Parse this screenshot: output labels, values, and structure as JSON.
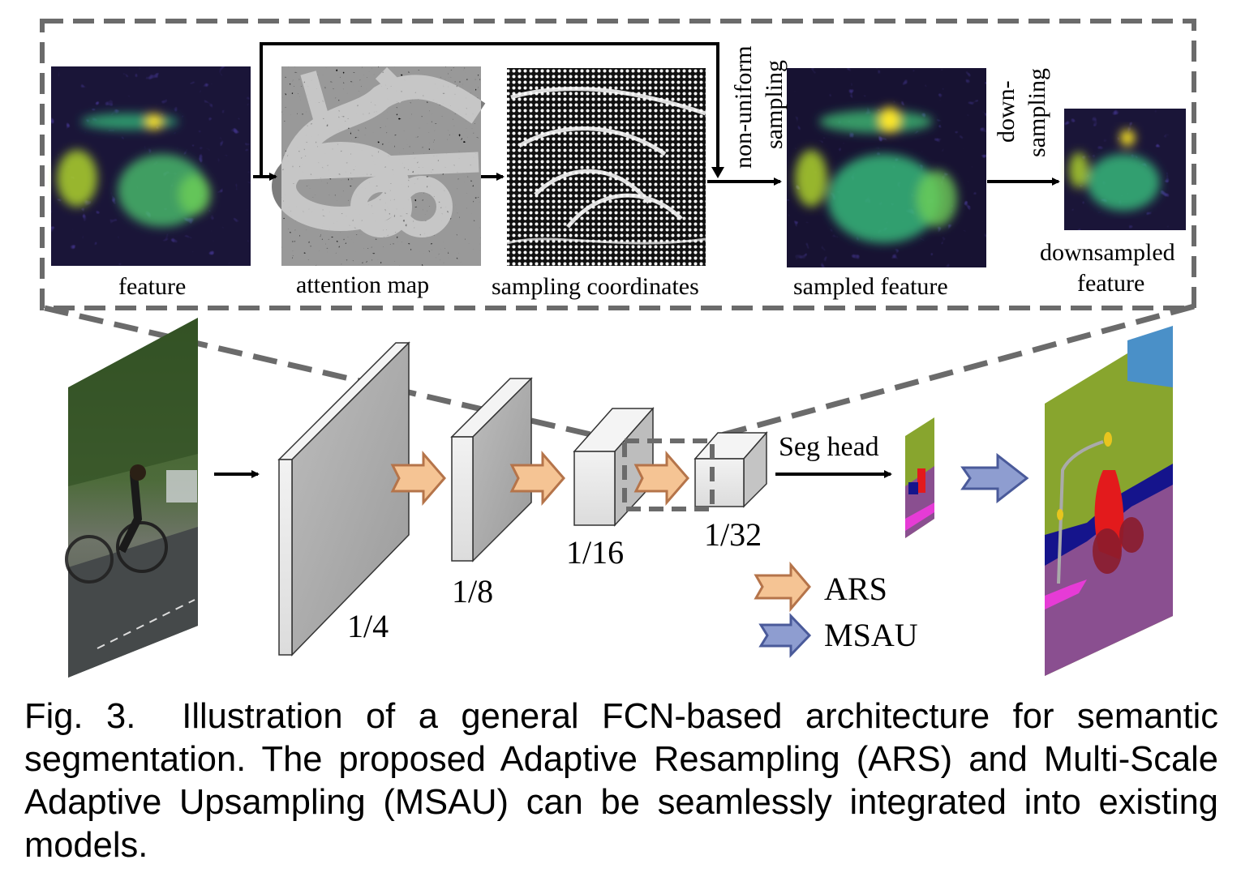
{
  "panels": {
    "feature": "feature",
    "attention_map": "attention map",
    "sampling_coordinates": "sampling coordinates",
    "non_uniform_sampling": [
      "non-uniform",
      "sampling"
    ],
    "sampled_feature": "sampled feature",
    "down_sampling": [
      "down-",
      "sampling"
    ],
    "downsampled_feature": [
      "downsampled",
      "feature"
    ]
  },
  "network": {
    "scales": [
      "1/4",
      "1/8",
      "1/16",
      "1/32"
    ],
    "seg_head": "Seg head"
  },
  "legend": {
    "ars": "ARS",
    "msau": "MSAU"
  },
  "colors": {
    "ars_arrow": "#f5c494",
    "ars_border": "#b5744a",
    "msau_arrow": "#8e9dd0",
    "msau_border": "#4a5a9a",
    "dashed_box": "#6b6b6b"
  },
  "caption": "Fig. 3.  Illustration of a general FCN-based architecture for semantic segmentation. The proposed Adaptive Resampling (ARS) and Multi-Scale Adaptive Upsampling (MSAU) can be seamlessly integrated into existing models."
}
